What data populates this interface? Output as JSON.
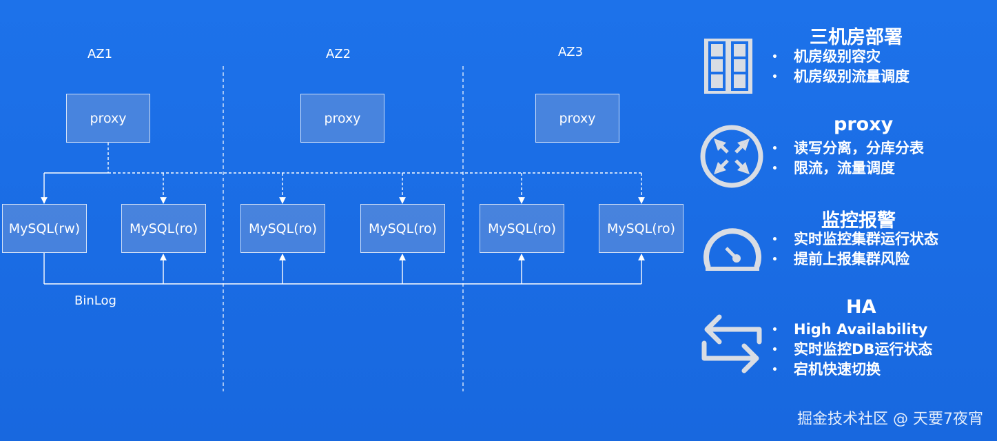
{
  "diagram": {
    "zones": [
      {
        "label": "AZ1"
      },
      {
        "label": "AZ2"
      },
      {
        "label": "AZ3"
      }
    ],
    "proxies": [
      {
        "label": "proxy"
      },
      {
        "label": "proxy"
      },
      {
        "label": "proxy"
      }
    ],
    "mysql_nodes": [
      {
        "label": "MySQL(rw)"
      },
      {
        "label": "MySQL(ro)"
      },
      {
        "label": "MySQL(ro)"
      },
      {
        "label": "MySQL(ro)"
      },
      {
        "label": "MySQL(ro)"
      },
      {
        "label": "MySQL(ro)"
      }
    ],
    "binlog_label": "BinLog"
  },
  "features": [
    {
      "icon": "server-rack-icon",
      "title": "三机房部署",
      "items": [
        "机房级别容灾",
        "机房级别流量调度"
      ]
    },
    {
      "icon": "router-icon",
      "title": "proxy",
      "items": [
        "读写分离，分库分表",
        "限流，流量调度"
      ]
    },
    {
      "icon": "gauge-icon",
      "title": "监控报警",
      "items": [
        "实时监控集群运行状态",
        "提前上报集群风险"
      ]
    },
    {
      "icon": "switch-arrows-icon",
      "title": "HA",
      "items": [
        "High Availability",
        "实时监控DB运行状态",
        "宕机快速切换"
      ]
    }
  ],
  "bullet_symbol": "•",
  "watermark": "掘金技术社区 @ 天要7夜宵",
  "colors": {
    "background": "#1a6ee6",
    "icon": "#d9dde4",
    "node_fill": "#6e96d7"
  }
}
